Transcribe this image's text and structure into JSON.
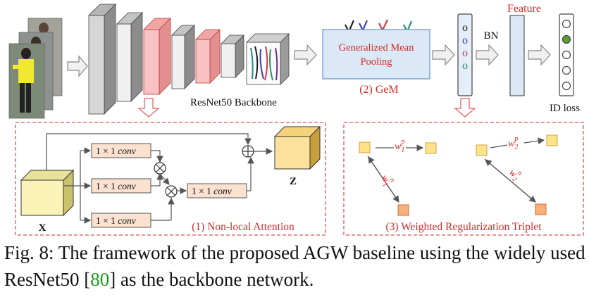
{
  "diagram": {
    "backbone_label": "ResNet50 Backbone",
    "gem_box_line1": "Generalized Mean",
    "gem_box_line2": "Pooling",
    "gem_tag": "(2) GeM",
    "bn_label": "BN",
    "feature_label": "Feature",
    "id_loss_label": "ID loss",
    "nonlocal": {
      "conv_label": "1 × 1",
      "conv_op": "conv",
      "input_label": "X",
      "output_label": "Z",
      "tag": "(1) Non-local Attention"
    },
    "triplet": {
      "w": "w",
      "sub1": "1",
      "sub2": "2",
      "sup_p": "p",
      "sup_n": "n",
      "tag": "(3) Weighted Regularization Triplet"
    }
  },
  "caption": {
    "prefix": "Fig. 8: The framework of the proposed AGW baseline using the widely used ResNet50 [",
    "citation": "80",
    "suffix": "] as the backbone network."
  },
  "colors": {
    "accent_red": "#d42a2a",
    "gem_fill": "#dbe9f6",
    "conv_fill": "#fbe1cf",
    "cube_front": "#fbf2b8",
    "triplet_yellow": "#fce38a",
    "triplet_orange": "#f6b07c",
    "active_circle": "#5aa02c"
  }
}
